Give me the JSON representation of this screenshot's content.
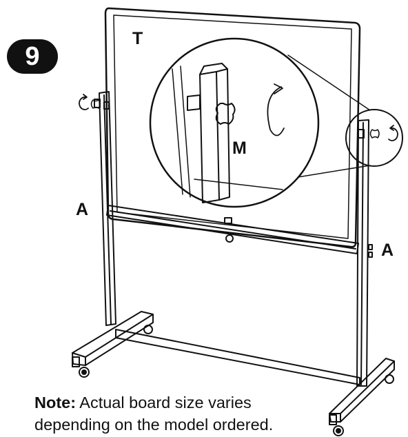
{
  "step": {
    "number": "9"
  },
  "labels": {
    "board": "T",
    "knob": "M",
    "pivot_left": "A",
    "pivot_right": "A"
  },
  "note": {
    "prefix": "Note:",
    "line1": " Actual board size varies",
    "line2": "depending on the model ordered."
  },
  "icons": [
    "rotate-counterclockwise-arrow-icon",
    "rotate-clockwise-arrow-icon",
    "knob-icon",
    "caster-wheel-icon"
  ]
}
